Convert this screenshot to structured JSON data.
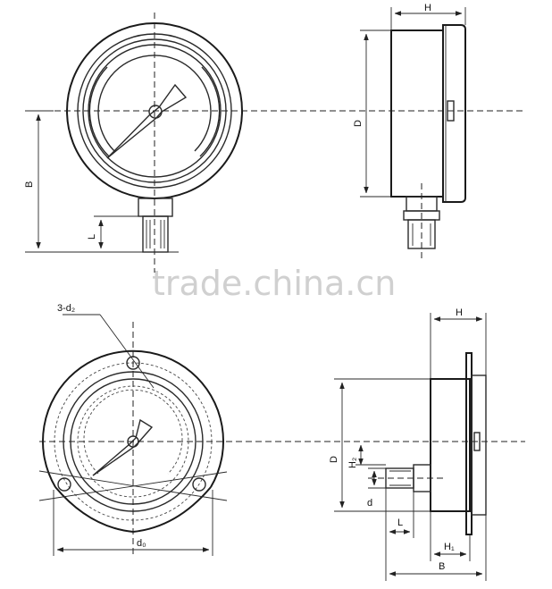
{
  "watermark": "trade.china.cn",
  "labels": {
    "H_top": "H",
    "D_top": "D",
    "B_left": "B",
    "L_left": "L",
    "callout_3d2": "3-d₂",
    "d0": "d₀",
    "H_bottom": "H",
    "D_bottom": "D",
    "H2": "H₂",
    "d": "d",
    "L_bottom": "L",
    "H1": "H₁",
    "B_bottom": "B"
  }
}
